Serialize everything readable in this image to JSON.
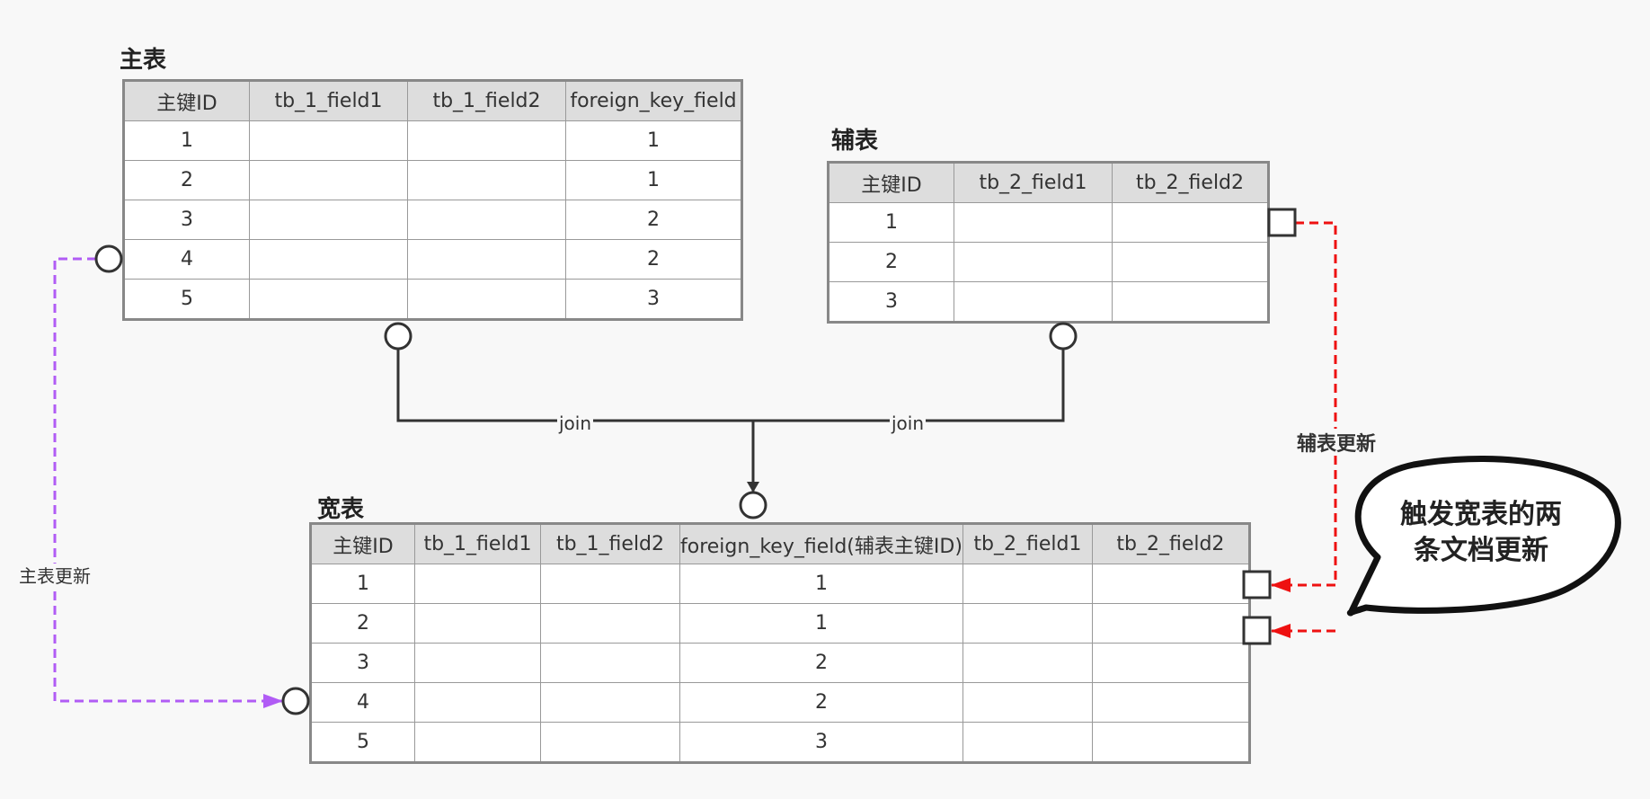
{
  "main_table": {
    "title": "主表",
    "columns": [
      "主键ID",
      "tb_1_field1",
      "tb_1_field2",
      "foreign_key_field"
    ],
    "rows": [
      [
        "1",
        "",
        "",
        "1"
      ],
      [
        "2",
        "",
        "",
        "1"
      ],
      [
        "3",
        "",
        "",
        "2"
      ],
      [
        "4",
        "",
        "",
        "2"
      ],
      [
        "5",
        "",
        "",
        "3"
      ]
    ]
  },
  "aux_table": {
    "title": "辅表",
    "columns": [
      "主键ID",
      "tb_2_field1",
      "tb_2_field2"
    ],
    "rows": [
      [
        "1",
        "",
        ""
      ],
      [
        "2",
        "",
        ""
      ],
      [
        "3",
        "",
        ""
      ]
    ]
  },
  "wide_table": {
    "title": "宽表",
    "columns": [
      "主键ID",
      "tb_1_field1",
      "tb_1_field2",
      "foreign_key_field(辅表主键ID)",
      "tb_2_field1",
      "tb_2_field2"
    ],
    "rows": [
      [
        "1",
        "",
        "",
        "1",
        "",
        ""
      ],
      [
        "2",
        "",
        "",
        "1",
        "",
        ""
      ],
      [
        "3",
        "",
        "",
        "2",
        "",
        ""
      ],
      [
        "4",
        "",
        "",
        "2",
        "",
        ""
      ],
      [
        "5",
        "",
        "",
        "3",
        "",
        ""
      ]
    ]
  },
  "labels": {
    "join_left": "join",
    "join_right": "join",
    "main_update": "主表更新",
    "aux_update": "辅表更新",
    "bubble_line1": "触发宽表的两",
    "bubble_line2": "条文档更新"
  },
  "colors": {
    "main_update_line": "#b15cf5",
    "aux_update_line": "#ee1111",
    "join_line": "#333333",
    "table_border": "#888888",
    "header_bg": "#dddddd"
  }
}
